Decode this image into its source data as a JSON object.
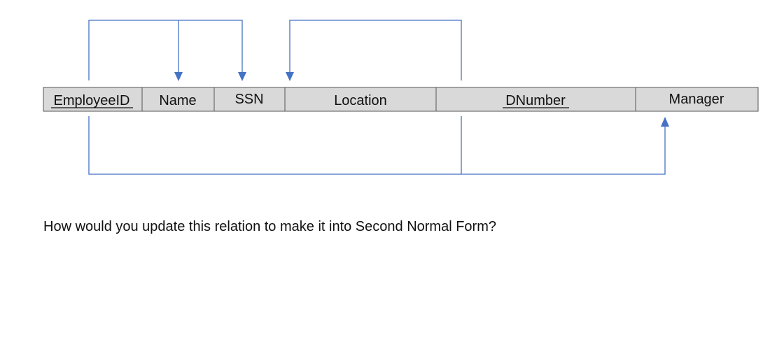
{
  "relation": {
    "attributes": [
      {
        "name": "EmployeeID",
        "primary_key": true
      },
      {
        "name": "Name",
        "primary_key": false
      },
      {
        "name": "SSN",
        "primary_key": false
      },
      {
        "name": "Location",
        "primary_key": false
      },
      {
        "name": "DNumber",
        "primary_key": true
      },
      {
        "name": "Manager",
        "primary_key": false
      }
    ]
  },
  "dependencies": [
    {
      "from": [
        "EmployeeID"
      ],
      "to": [
        "Name",
        "SSN"
      ],
      "side": "top"
    },
    {
      "from": [
        "DNumber"
      ],
      "to": [
        "Location"
      ],
      "side": "top"
    },
    {
      "from": [
        "EmployeeID",
        "DNumber"
      ],
      "to": [
        "Manager"
      ],
      "side": "bottom"
    }
  ],
  "colors": {
    "cell_fill": "#d9d9d9",
    "cell_border": "#555555",
    "arrow": "#4472c4"
  },
  "question": "How would you update this relation to make it into Second Normal Form?"
}
